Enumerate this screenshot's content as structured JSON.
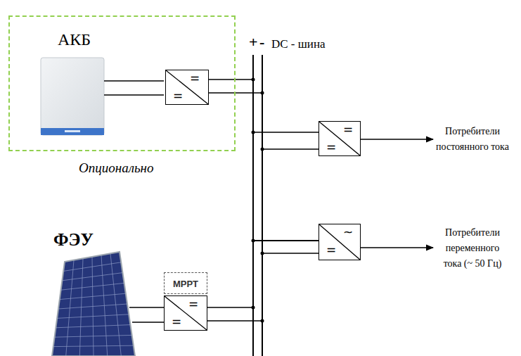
{
  "diagram": {
    "nodes": [
      {
        "text": [
          "АКБ",
          "Опционально"
        ]
      },
      {
        "text": [
          "=",
          "="
        ],
        "in": 0
      },
      {
        "text": [
          "=",
          "="
        ]
      },
      {
        "text": [
          "~",
          "="
        ]
      },
      {
        "text": [
          "MPPT"
        ]
      },
      {
        "text": [
          "=",
          "="
        ]
      }
    ],
    "labels": [
      "+",
      "-",
      "DC - шина",
      "Потребители постоянного тока",
      "Потребители переменного тока (~ 50 Гц)",
      "ФЭУ"
    ]
  }
}
